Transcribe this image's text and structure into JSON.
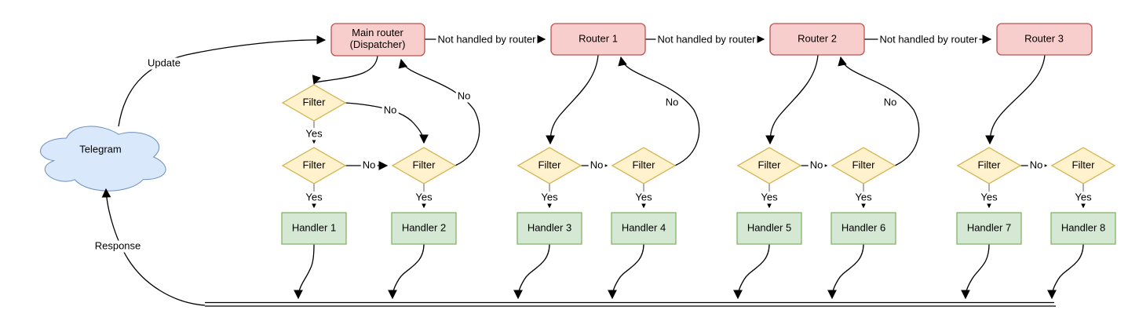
{
  "colors": {
    "router-fill": "#f8cecc",
    "router-stroke": "#b85450",
    "filter-fill": "#fff2cc",
    "filter-stroke": "#d6b656",
    "handler-fill": "#d5e8d4",
    "handler-stroke": "#82b366",
    "cloud-fill": "#dae8fc",
    "cloud-stroke": "#6c8ebf",
    "line": "#000000",
    "stub": "#999999",
    "text": "#000000"
  },
  "nodes": {
    "telegram": "Telegram",
    "main_router_line1": "Main router",
    "main_router_line2": "(Dispatcher)",
    "routers": [
      "Router 1",
      "Router 2",
      "Router 3"
    ],
    "filter": "Filter",
    "handlers": [
      "Handler 1",
      "Handler 2",
      "Handler 3",
      "Handler 4",
      "Handler 5",
      "Handler 6",
      "Handler 7",
      "Handler 8"
    ]
  },
  "edges": {
    "update": "Update",
    "response": "Response",
    "not_handled": "Not handled by router",
    "yes": "Yes",
    "no": "No"
  }
}
